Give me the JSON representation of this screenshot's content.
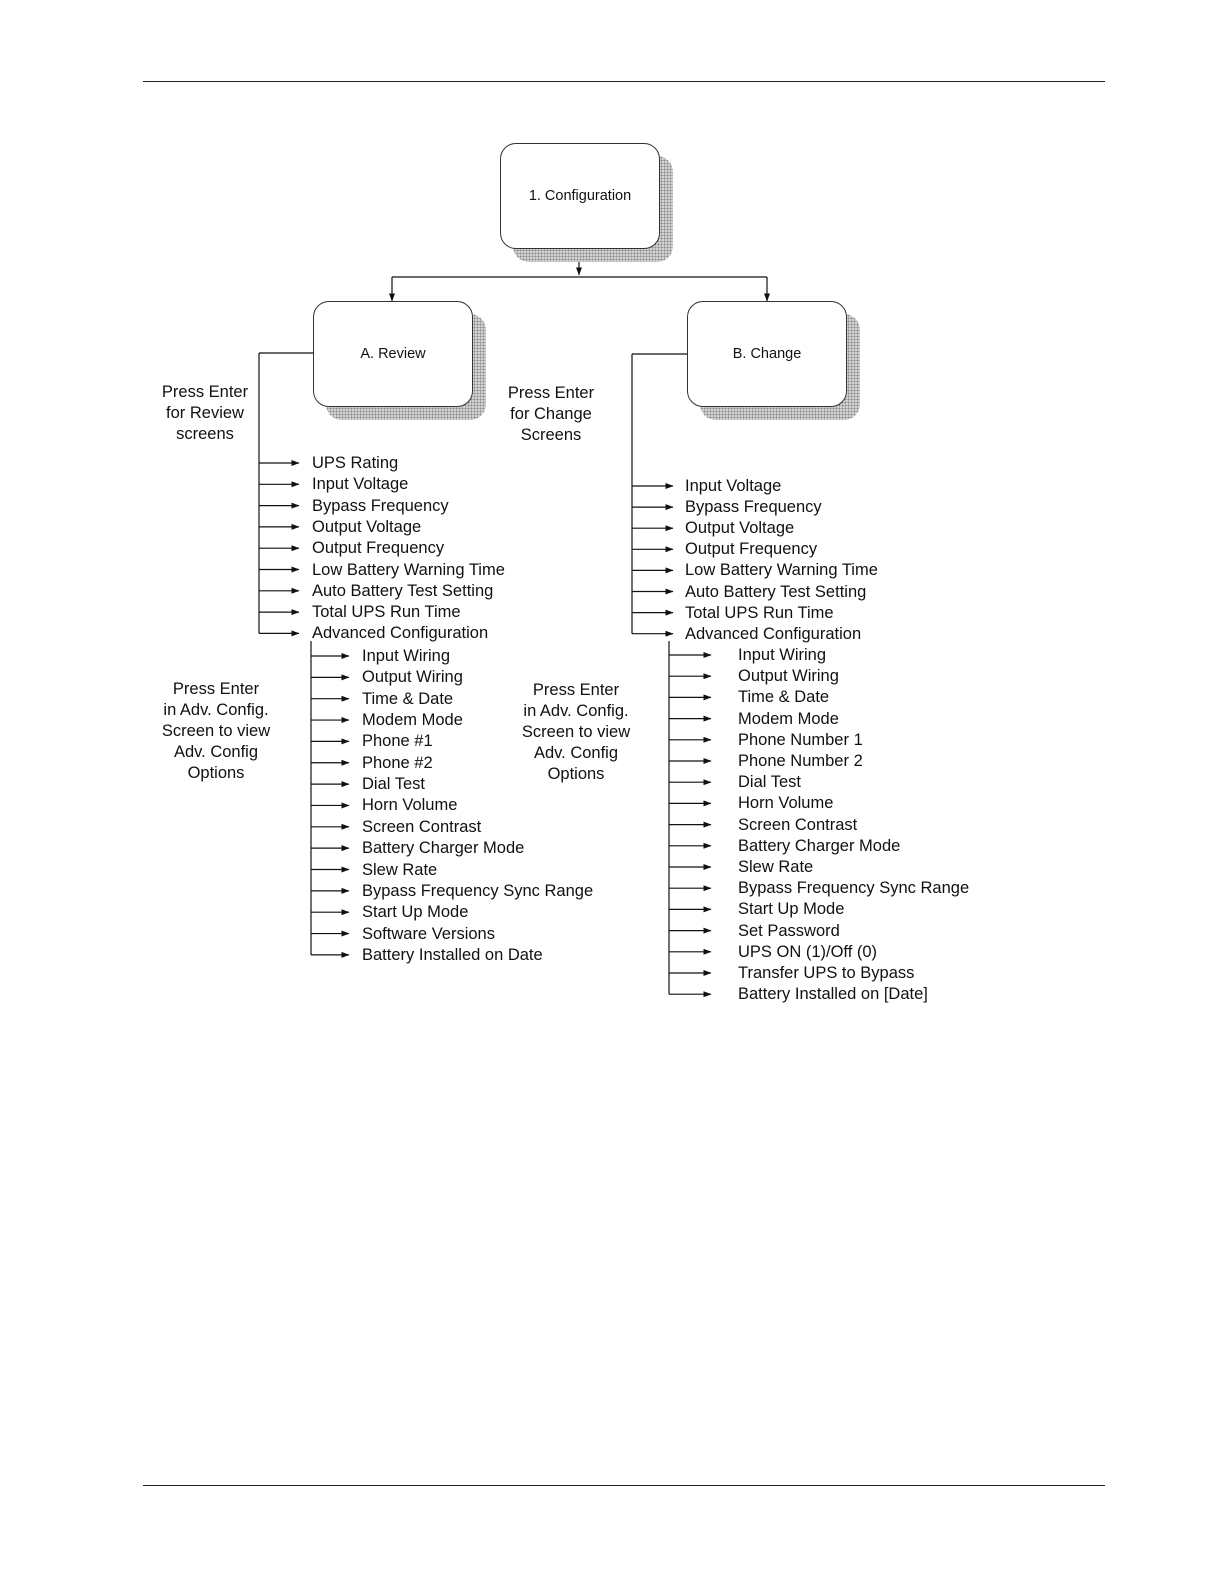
{
  "nodes": {
    "root": {
      "label": "1. Configuration"
    },
    "review": {
      "label": "A. Review"
    },
    "change": {
      "label": "B. Change"
    }
  },
  "notes": {
    "review_enter": [
      "Press Enter",
      "for Review",
      "screens"
    ],
    "change_enter": [
      "Press Enter",
      "for Change",
      "Screens"
    ],
    "review_adv": [
      "Press Enter",
      "in Adv. Config.",
      "Screen to view",
      "Adv. Config",
      "Options"
    ],
    "change_adv": [
      "Press Enter",
      "in Adv. Config.",
      "Screen to view",
      "Adv. Config",
      "Options"
    ]
  },
  "review_items": [
    "UPS Rating",
    "Input Voltage",
    "Bypass Frequency",
    "Output Voltage",
    "Output Frequency",
    "Low Battery Warning Time",
    "Auto Battery Test Setting",
    "Total UPS Run Time",
    "Advanced Configuration"
  ],
  "review_adv_items": [
    "Input Wiring",
    "Output Wiring",
    "Time & Date",
    "Modem Mode",
    "Phone #1",
    "Phone #2",
    "Dial Test",
    "Horn Volume",
    "Screen Contrast",
    "Battery Charger Mode",
    "Slew Rate",
    "Bypass Frequency Sync Range",
    "Start Up Mode",
    "Software Versions",
    "Battery Installed on Date"
  ],
  "change_items": [
    "Input Voltage",
    "Bypass Frequency",
    "Output Voltage",
    "Output Frequency",
    "Low Battery Warning Time",
    "Auto Battery Test Setting",
    "Total UPS Run Time",
    "Advanced Configuration"
  ],
  "change_adv_items": [
    "Input Wiring",
    "Output Wiring",
    "Time & Date",
    "Modem Mode",
    "Phone Number 1",
    "Phone Number 2",
    "Dial Test",
    "Horn Volume",
    "Screen Contrast",
    "Battery Charger Mode",
    "Slew Rate",
    "Bypass Frequency Sync Range",
    "Start Up Mode",
    "Set Password",
    "UPS ON (1)/Off (0)",
    "Transfer UPS to Bypass",
    "Battery Installed on [Date]"
  ]
}
